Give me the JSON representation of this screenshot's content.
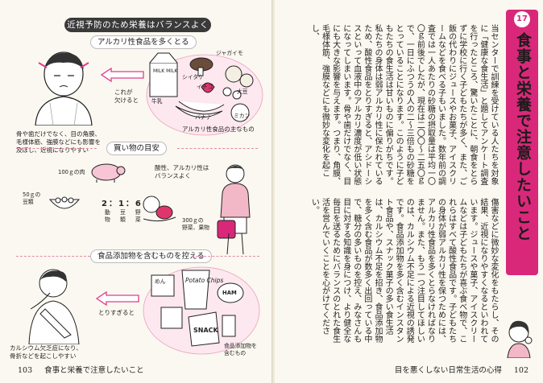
{
  "left_page": {
    "heading": "近視予防のため栄養はバランスよく",
    "section1": {
      "label": "アルカリ性食品を多くとる",
      "foods": [
        "シイタケ",
        "ジャガイモ",
        "イチゴ",
        "大豆",
        "牛乳",
        "バナナ",
        "ミカン"
      ],
      "milk_label": "MILK MILK",
      "caption": "アルカリ性食品の主なもの",
      "deficiency_note": "これが\n欠けると",
      "eye_note": "骨や歯だけでなく、目の角膜、\n毛様体筋、強膜などにも影響を\n及ぼし、近視になりやすい"
    },
    "section2": {
      "label": "買い物の目安",
      "meat": "100ｇの肉",
      "beans": "50ｇの\n豆類",
      "balance": "酸性、アルカリ性は\nバランスよく",
      "ratio": "2：1：6",
      "ratio_labels": "動 豆 野\n物 類 菜",
      "veg": "300ｇの\n野菜、果物"
    },
    "section3": {
      "label": "食品添加物を含むものを控える",
      "snacks": [
        "めん",
        "Potato Chips",
        "HAM",
        "SNACK"
      ],
      "side_note": "とりすぎると",
      "calcium_note": "カルシウム欠乏症になり、\n骨折などを起こしやすい",
      "additive_caption": "食品添加物を\n含むもの"
    },
    "footer": {
      "page_number": "103",
      "running_head": "食事と栄養で注意したいこと"
    }
  },
  "right_page": {
    "chapter_number": "17",
    "title": "食事と栄養で注意したいこと",
    "paragraph_1": "当センターで訓練を受けている人たちを対象に「健康な食生活」と題してアンケート調査を行ったところ、驚いたことに、朝食をとらずに学校に行く子どもたちが多く、また、ご飯の代わりにジュースやお菓子、アイスクリームなどを食べる子もいました。数年前の調査では一人あたりの砂糖の摂取量は平均一〇〇ｇ前後でしたが、現在は二〇〇～二五〇ｇで、一日にふつうの人の二～三倍もの砂糖をとっていることになります。このように子どもたちの食生活は甘いものに偏りがちです。私たちの身体は弱アルカリ性に保たれているため、酸性食品をとりすぎると、アシドーシスといって血液中のアルカリ濃度が低い状態になってしまいます。骨や歯だけでなく、目にも大きな影響を与えます。つまり、角膜、毛様体筋、強膜などにも微妙な変化を起こし、",
    "paragraph_2": "傷害などに微妙な変化をもたらし、その結果、近視になりやすくなるといわれています。ジュースや菓子、アイスクリームなどは子どもたちが喜ぶ食べ物で、これらはすべて酸性食品です。子どもたちの身体が弱アルカリ性を保つためには、アルカリ性食品を多くとらなければなりません。また、もう一つ注目してほしいのは、カルシウム不足による近視の誘発です。食品添加物を多く含むインスタント食品や、スナック菓子の多い食生活は、カルシウム不足を招き、",
    "paragraph_3": "食品添加物を多く含む食品が数多く出回っている中で、糖分の多いものを控え、みなさんも目に対する知識を身につけ、より健全な毎日を送るためにバランスのとれた食生活を営んでいくことを心がけてください。",
    "footer": {
      "running_head": "目を悪くしない日常生活の心得",
      "page_number": "102"
    }
  },
  "colors": {
    "accent": "#d9287a",
    "banner": "#3a3a3a",
    "paper": "#fbf8f1"
  }
}
